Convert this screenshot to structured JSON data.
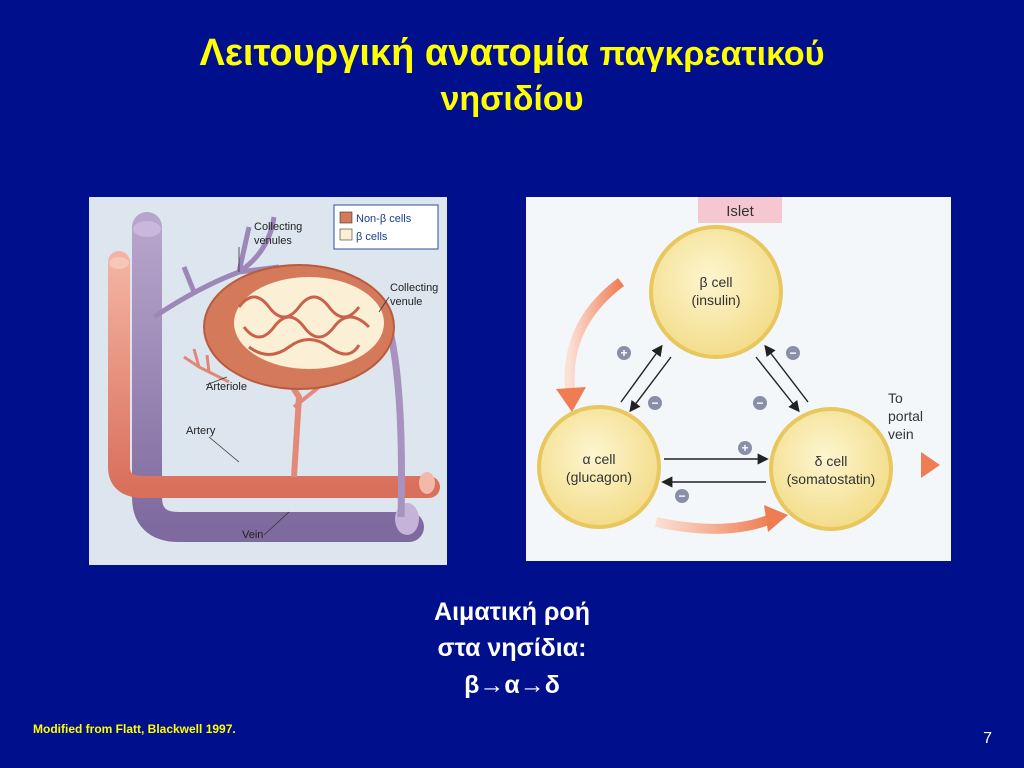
{
  "title": {
    "line1_part1": "Λειτουργική ανατομία ",
    "line1_part2": "παγκρεατικού",
    "line2": "νησιδίου"
  },
  "left_diagram": {
    "legend": {
      "non_beta": "Non-β cells",
      "beta": "β cells"
    },
    "labels": {
      "collecting_venules_1": "Collecting",
      "collecting_venules_2": "venules",
      "collecting_venule_1": "Collecting",
      "collecting_venule_2": "venule",
      "arteriole": "Arteriole",
      "artery": "Artery",
      "vein": "Vein"
    }
  },
  "right_diagram": {
    "islet_label": "Islet",
    "beta_cell": {
      "line1": "β cell",
      "line2": "(insulin)"
    },
    "alpha_cell": {
      "line1": "α cell",
      "line2": "(glucagon)"
    },
    "delta_cell": {
      "line1": "δ cell",
      "line2": "(somatostatin)"
    },
    "to_portal_vein": [
      "To",
      "portal",
      "vein"
    ],
    "plus": "+",
    "minus": "−"
  },
  "caption": {
    "line1": "Αιματική ροή",
    "line2": "στα νησίδια:",
    "line3": "β→α→δ"
  },
  "credit": "Modified from Flatt, Blackwell 1997.",
  "page_number": "7",
  "colors": {
    "background": "#000f8c",
    "title": "#ffff00",
    "artery": "#e58f7c",
    "vein": "#9a86b3",
    "islet_fill": "#d47a5a",
    "cell_fill": "#f8e9a6",
    "cell_border": "#e7c75e"
  }
}
